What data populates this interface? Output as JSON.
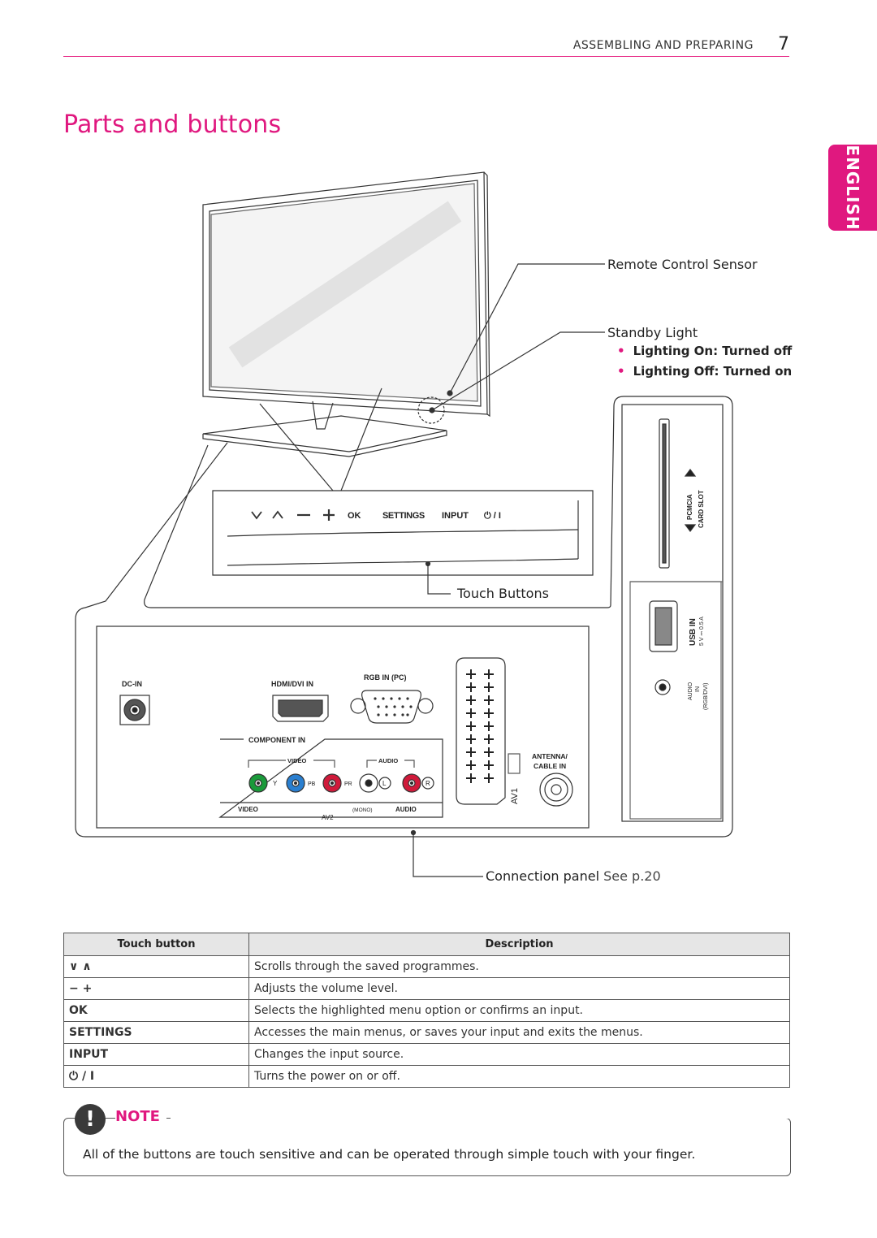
{
  "header": {
    "section": "ASSEMBLING AND PREPARING",
    "page_number": "7"
  },
  "language_tab": "ENGLISH",
  "title": "Parts and buttons",
  "callouts": {
    "remote_sensor": "Remote Control Sensor",
    "standby_light": "Standby Light",
    "lighting_on": "Lighting On: Turned off",
    "lighting_off": "Lighting Off: Turned on",
    "touch_buttons": "Touch Buttons",
    "connection_panel": "Connection panel",
    "connection_panel_ref": "See p.20"
  },
  "button_strip": {
    "ok": "OK",
    "settings": "SETTINGS",
    "input": "INPUT",
    "power": "⏻ / I"
  },
  "side_panel": {
    "pcmcia": "PCMCIA",
    "card_slot": "CARD SLOT",
    "usb_in": "USB IN",
    "usb_rating": "5 V ⎓ 0.5 A",
    "audio_in": "AUDIO",
    "audio_in2": "IN",
    "audio_in3": "(RGB/DVI)"
  },
  "rear_panel": {
    "dc_in": "DC-IN",
    "hdmi": "HDMI/DVI IN",
    "rgb": "RGB IN (PC)",
    "component": "COMPONENT IN",
    "video": "VIDEO",
    "audio": "AUDIO",
    "y": "Y",
    "pb": "PB",
    "pr": "PR",
    "l": "L",
    "r": "R",
    "video_bottom": "VIDEO",
    "mono": "(MONO)",
    "audio_bottom": "AUDIO",
    "av2": "AV2",
    "av1": "AV1",
    "antenna": "ANTENNA/",
    "cable_in": "CABLE IN"
  },
  "table": {
    "headers": [
      "Touch button",
      "Description"
    ],
    "rows": [
      {
        "key": "∨ ∧",
        "desc": "Scrolls through the saved programmes."
      },
      {
        "key": "− +",
        "desc": "Adjusts the volume level."
      },
      {
        "key": "OK",
        "desc": "Selects the highlighted menu option or confirms an input."
      },
      {
        "key": "SETTINGS",
        "desc": "Accesses the main menus, or saves your input and exits the menus."
      },
      {
        "key": "INPUT",
        "desc": "Changes the input source."
      },
      {
        "key": "⏻ / I",
        "desc": "Turns the power on or off."
      }
    ]
  },
  "note": {
    "label": "NOTE",
    "text": "All of the buttons are touch sensitive and can be operated through simple touch with your finger."
  }
}
